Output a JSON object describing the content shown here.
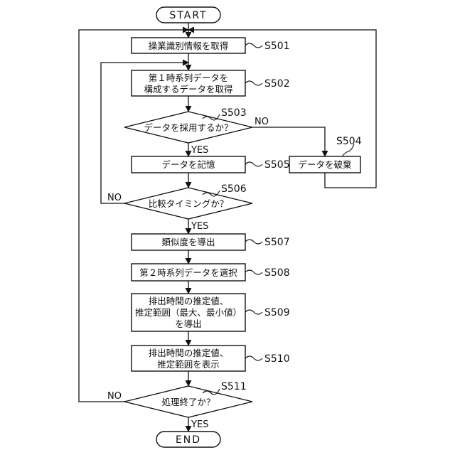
{
  "terminals": {
    "start": "START",
    "end": "END"
  },
  "steps": {
    "s501": {
      "id": "S501",
      "lines": [
        "操業識別情報を取得"
      ]
    },
    "s502": {
      "id": "S502",
      "lines": [
        "第１時系列データを",
        "構成するデータを取得"
      ]
    },
    "s503": {
      "id": "S503",
      "lines": [
        "データを採用するか？"
      ]
    },
    "s504": {
      "id": "S504",
      "lines": [
        "データを破棄"
      ]
    },
    "s505": {
      "id": "S505",
      "lines": [
        "データを記憶"
      ]
    },
    "s506": {
      "id": "S506",
      "lines": [
        "比較タイミングか？"
      ]
    },
    "s507": {
      "id": "S507",
      "lines": [
        "類似度を導出"
      ]
    },
    "s508": {
      "id": "S508",
      "lines": [
        "第２時系列データを選択"
      ]
    },
    "s509": {
      "id": "S509",
      "lines": [
        "排出時間の推定値、",
        "推定範囲（最大、最小値）",
        "を導出"
      ]
    },
    "s510": {
      "id": "S510",
      "lines": [
        "排出時間の推定値、",
        "推定範囲を表示"
      ]
    },
    "s511": {
      "id": "S511",
      "lines": [
        "処理終了か？"
      ]
    }
  },
  "branches": {
    "s503_yes": "YES",
    "s503_no": "NO",
    "s506_yes": "YES",
    "s506_no": "NO",
    "s511_yes": "YES",
    "s511_no": "NO"
  }
}
